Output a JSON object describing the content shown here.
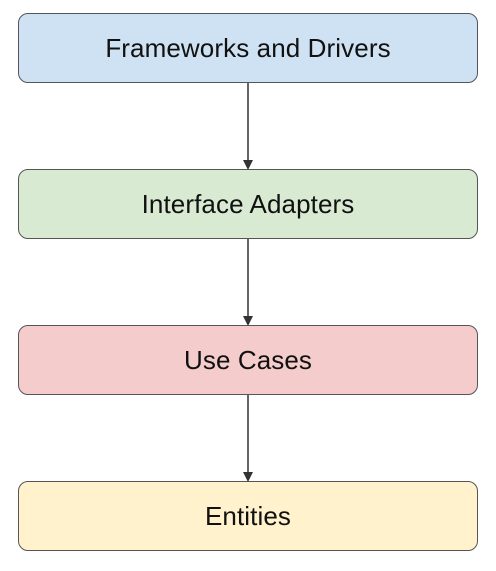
{
  "layers": [
    {
      "label": "Frameworks and Drivers",
      "color": "#cfe2f3"
    },
    {
      "label": "Interface Adapters",
      "color": "#d9ead3"
    },
    {
      "label": "Use Cases",
      "color": "#f4cccc"
    },
    {
      "label": "Entities",
      "color": "#fff2cc"
    }
  ],
  "border_color": "#555555",
  "arrow_color": "#333333"
}
